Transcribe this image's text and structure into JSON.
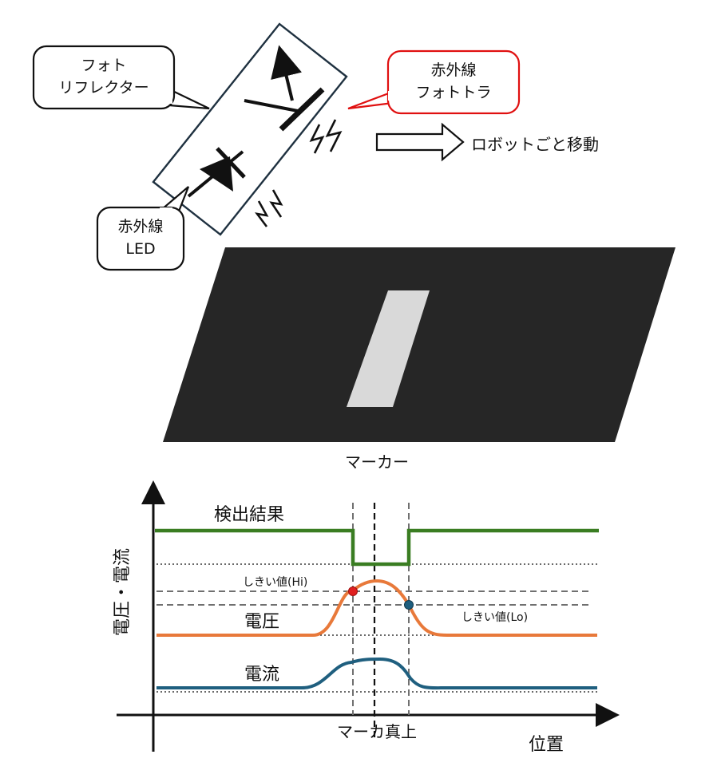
{
  "labels": {
    "photo_reflector_line1": "フォト",
    "photo_reflector_line2": "リフレクター",
    "ir_led_line1": "赤外線",
    "ir_led_line2": "LED",
    "ir_phototr_line1": "赤外線",
    "ir_phototr_line2": "フォトトラ",
    "robot_move": "ロボットごと移動",
    "marker": "マーカー"
  },
  "graph": {
    "y_axis_label": "電圧・電流",
    "x_axis_label": "位置",
    "center_label": "マーカ真上",
    "detect_label": "検出結果",
    "voltage_label": "電圧",
    "current_label": "電流",
    "threshold_hi": "しきい値(Hi)",
    "threshold_lo": "しきい値(Lo)"
  },
  "colors": {
    "detect": "#3a7d22",
    "voltage": "#e8793a",
    "current": "#1f5f7f",
    "hi_point": "#e02020",
    "lo_point": "#1f5f7f",
    "surface": "#262626",
    "marker": "#d9d9d9",
    "callout_red": "#e01010"
  },
  "icons": {
    "led_symbol": "diode-icon",
    "transistor_symbol": "phototransistor-icon",
    "ir_rays": "lightning-icon",
    "move_arrow": "arrow-right-icon"
  }
}
